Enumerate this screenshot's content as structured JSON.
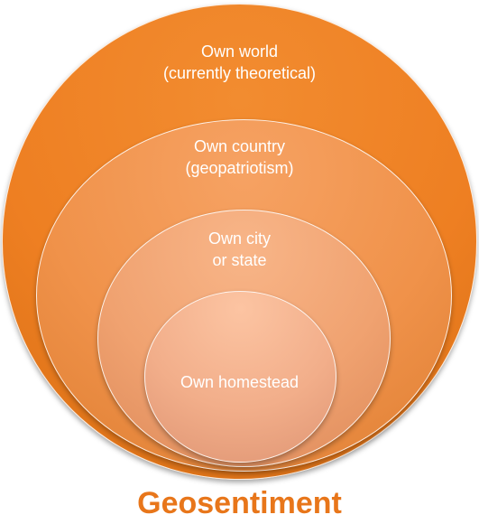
{
  "diagram": {
    "rings": [
      {
        "line1": "Own world",
        "line2": "(currently theoretical)",
        "color": "#ee7f22"
      },
      {
        "line1": "Own country",
        "line2": "(geopatriotism)",
        "color": "#f0924a"
      },
      {
        "line1": "Own city",
        "line2": "or state",
        "color": "#f0a270"
      },
      {
        "line1": "Own homestead",
        "line2": "",
        "color": "#f2ae8a"
      }
    ]
  },
  "title": {
    "text": "Geosentiment",
    "color": "#e8761a"
  }
}
